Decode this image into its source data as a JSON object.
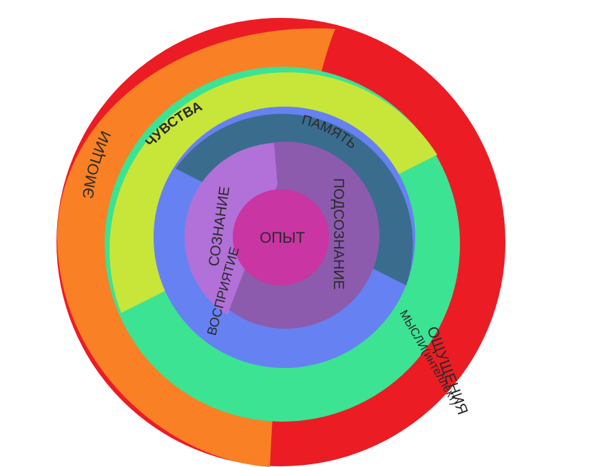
{
  "rings": [
    {
      "id": "outer",
      "segments": [
        {
          "name": "emotions",
          "label": "ЭМОЦИИ",
          "color": "#F98024"
        },
        {
          "name": "sensations",
          "label": "ОЩУЩЕНИЯ",
          "color": "#EC1C24"
        }
      ]
    },
    {
      "id": "ring2",
      "segments": [
        {
          "name": "feelings",
          "label": "ЧУВСТВА",
          "color": "#C8E53A"
        },
        {
          "name": "thoughts",
          "label": "МЫСЛИ(интеллект)",
          "color": "#3BE393"
        }
      ]
    },
    {
      "id": "ring3",
      "segments": [
        {
          "name": "memory",
          "label": "ПАМЯТЬ",
          "color": "#3A6C8E"
        },
        {
          "name": "perception",
          "label": "ВОСПРИЯТИЕ",
          "color": "#6681F2"
        }
      ]
    },
    {
      "id": "ring4",
      "segments": [
        {
          "name": "consciousness",
          "label": "СОЗНАНИЕ",
          "color": "#B171D8"
        },
        {
          "name": "subconscious",
          "label": "ПОДСОЗНАНИЕ",
          "color": "#8C5BAD"
        }
      ]
    }
  ],
  "center": {
    "label": "ОПЫТ",
    "color": "#C935A2"
  }
}
